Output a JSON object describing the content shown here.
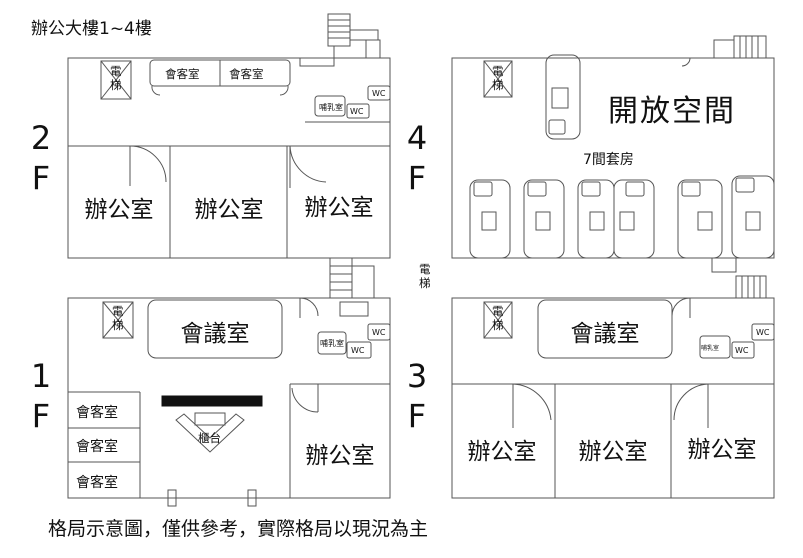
{
  "page_title": "辦公大樓1~4樓",
  "caption": "格局示意圖，僅供參考，實際格局以現況為主",
  "elevator_between_label": "電\n梯",
  "floors": {
    "f2": {
      "floor_number": "2",
      "floor_letter": "F",
      "elevator": "電\n梯",
      "reception_rooms": [
        "會客室",
        "會客室"
      ],
      "nursing_room": "哺乳室",
      "wc": [
        "WC",
        "WC"
      ],
      "offices": [
        "辦公室",
        "辦公室",
        "辦公室"
      ]
    },
    "f4": {
      "floor_number": "4",
      "floor_letter": "F",
      "elevator": "電\n梯",
      "open_space": "開放空間",
      "suites": "7間套房"
    },
    "f1": {
      "floor_number": "1",
      "floor_letter": "F",
      "elevator": "電\n梯",
      "meeting_room": "會議室",
      "nursing_room": "哺乳室",
      "wc": [
        "WC",
        "WC"
      ],
      "reception_rooms": [
        "會客室",
        "會客室",
        "會客室"
      ],
      "counter": "櫃台",
      "office": "辦公室"
    },
    "f3": {
      "floor_number": "3",
      "floor_letter": "F",
      "elevator": "電\n梯",
      "meeting_room": "會議室",
      "nursing_room": "哺乳室",
      "wc": [
        "WC",
        "WC"
      ],
      "offices": [
        "辦公室",
        "辦公室",
        "辦公室"
      ]
    }
  }
}
